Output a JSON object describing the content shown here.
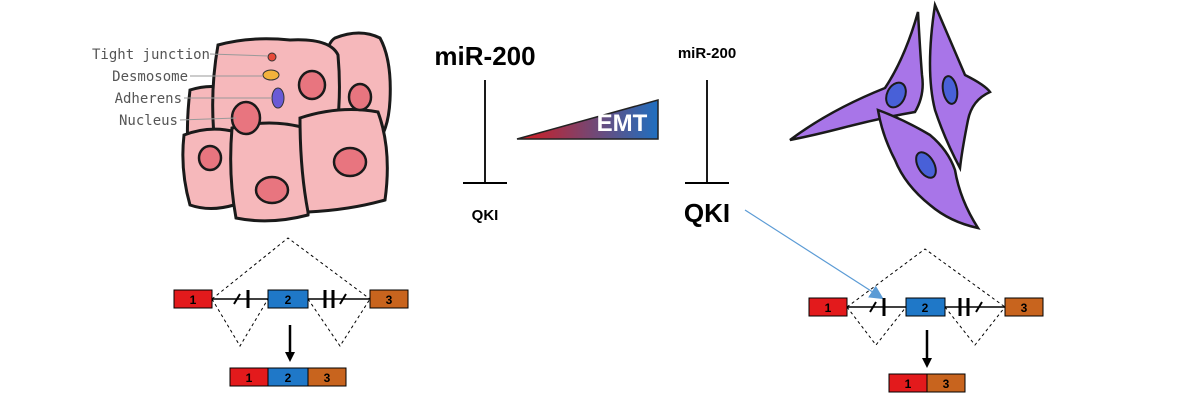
{
  "epithelial": {
    "labels": [
      "Tight junction",
      "Desmosome",
      "Adherens",
      "Nucleus"
    ]
  },
  "left_axis": {
    "mir_label": "miR-200",
    "qki_label": "QKI"
  },
  "emt": {
    "label": "EMT",
    "gradient_start": "#d7191c",
    "gradient_end": "#1f6fc0"
  },
  "right_axis": {
    "mir_label": "miR-200",
    "qki_label": "QKI"
  },
  "splicing_left": {
    "exons": [
      "1",
      "2",
      "3"
    ],
    "product": [
      "1",
      "2",
      "3"
    ]
  },
  "splicing_right": {
    "exons": [
      "1",
      "2",
      "3"
    ],
    "product": [
      "1",
      "3"
    ]
  },
  "colors": {
    "exon1": "#e31a1c",
    "exon2": "#1f78c8",
    "exon3": "#c8641e",
    "epithelial_cell": "#f6b8bb",
    "epithelial_nucleus": "#e8757f",
    "mesenchymal_cell": "#a875e8",
    "mesenchymal_nucleus": "#4860d8",
    "qki_arrow": "#5b9bd5"
  }
}
